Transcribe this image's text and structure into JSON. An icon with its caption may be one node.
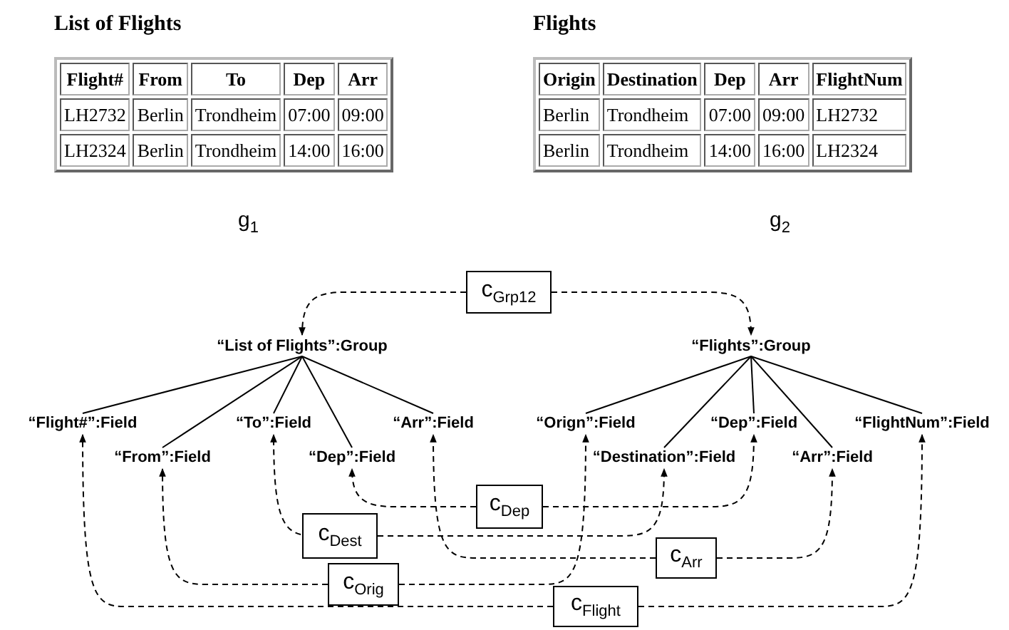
{
  "diagram": {
    "nodes": [
      {
        "text": [
          "List of Flights"
        ],
        "beside": [
          "g$_{1}$"
        ]
      },
      {
        "text": [
          "Flights"
        ],
        "beside": [
          "g$_{2}$"
        ]
      },
      {
        "text": [
          "c$_{Grp12}$"
        ]
      },
      {
        "text": [
          "“List of Flights”:Group"
        ]
      },
      {
        "text": [
          "“Flights”:Group"
        ]
      },
      {
        "text": [
          "“Flight#”:Field"
        ]
      },
      {
        "text": [
          "“From”:Field"
        ]
      },
      {
        "text": [
          "“To”:Field"
        ]
      },
      {
        "text": [
          "“Dep”:Field"
        ]
      },
      {
        "text": [
          "“Arr”:Field"
        ]
      },
      {
        "text": [
          "“Orign”:Field"
        ]
      },
      {
        "text": [
          "“Destination”:Field"
        ]
      },
      {
        "text": [
          "“Dep”:Field"
        ]
      },
      {
        "text": [
          "“Arr”:Field"
        ]
      },
      {
        "text": [
          "“FlightNum”:Field"
        ]
      },
      {
        "text": [
          "c$_{Dep}$"
        ]
      },
      {
        "text": [
          "c$_{Dest}$"
        ]
      },
      {
        "text": [
          "c$_{Arr}$"
        ]
      },
      {
        "text": [
          "c$_{Orig}$"
        ]
      },
      {
        "text": [
          "c$_{Flight}$"
        ]
      }
    ],
    "edges": [
      {
        "from": 3,
        "to": 5,
        "arrow": "none"
      },
      {
        "from": 3,
        "to": 6,
        "arrow": "none"
      },
      {
        "from": 3,
        "to": 7,
        "arrow": "none"
      },
      {
        "from": 3,
        "to": 8,
        "arrow": "none"
      },
      {
        "from": 3,
        "to": 9,
        "arrow": "none"
      },
      {
        "from": 4,
        "to": 10,
        "arrow": "none"
      },
      {
        "from": 4,
        "to": 11,
        "arrow": "none"
      },
      {
        "from": 4,
        "to": 12,
        "arrow": "none"
      },
      {
        "from": 4,
        "to": 13,
        "arrow": "none"
      },
      {
        "from": 4,
        "to": 14,
        "arrow": "none"
      },
      {
        "from": 2,
        "to": 3,
        "arrow": "to",
        "style": "dashed"
      },
      {
        "from": 2,
        "to": 4,
        "arrow": "to",
        "style": "dashed"
      },
      {
        "from": 15,
        "to": 8,
        "arrow": "to",
        "style": "dashed"
      },
      {
        "from": 15,
        "to": 12,
        "arrow": "to",
        "style": "dashed"
      },
      {
        "from": 16,
        "to": 7,
        "arrow": "to",
        "style": "dashed"
      },
      {
        "from": 16,
        "to": 11,
        "arrow": "to",
        "style": "dashed"
      },
      {
        "from": 17,
        "to": 9,
        "arrow": "to",
        "style": "dashed"
      },
      {
        "from": 17,
        "to": 13,
        "arrow": "to",
        "style": "dashed"
      },
      {
        "from": 18,
        "to": 6,
        "arrow": "to",
        "style": "dashed"
      },
      {
        "from": 18,
        "to": 10,
        "arrow": "to",
        "style": "dashed"
      },
      {
        "from": 19,
        "to": 5,
        "arrow": "to",
        "style": "dashed"
      },
      {
        "from": 19,
        "to": 14,
        "arrow": "to",
        "style": "dashed"
      }
    ],
    "labels": [
      "Flight#",
      "From",
      "To",
      "Dep",
      "Arr",
      "LH2732",
      "Berlin",
      "Trondheim",
      "07:00",
      "09:00",
      "LH2324",
      "Berlin",
      "Trondheim",
      "14:00",
      "16:00",
      "Origin",
      "Destination",
      "Dep",
      "Arr",
      "FlightNum",
      "Berlin",
      "Trondheim",
      "07:00",
      "09:00",
      "LH2732",
      "Berlin",
      "Trondheim",
      "14:00",
      "16:00",
      "LH2324"
    ]
  }
}
